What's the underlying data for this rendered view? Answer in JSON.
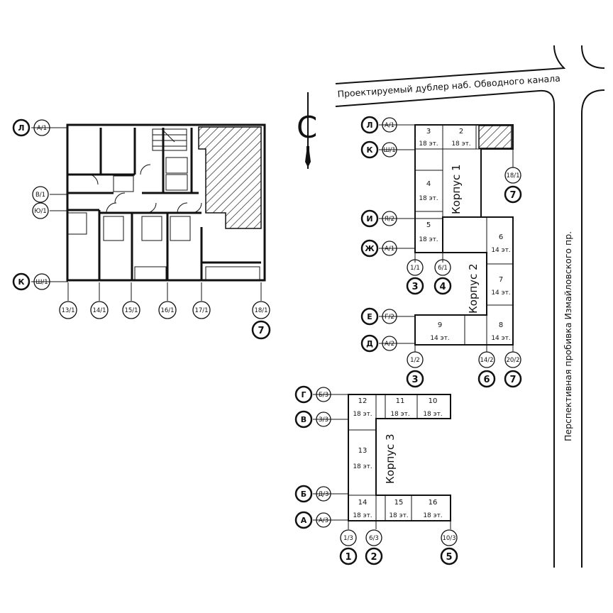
{
  "streets": {
    "top": "Проектируемый дублер наб. Обводного канала",
    "right": "Перспективная пробивка Измайловского пр."
  },
  "floor_plan": {
    "row_axes_left": [
      {
        "letter": "Л",
        "ref": "А/1"
      },
      {
        "letter": "",
        "ref": "В/1"
      },
      {
        "letter": "",
        "ref": "Ю/1"
      },
      {
        "letter": "К",
        "ref": "Ш/1"
      }
    ],
    "col_axes_bottom": [
      "13/1",
      "14/1",
      "15/1",
      "16/1",
      "17/1",
      "18/1"
    ],
    "col_axis_big": "7"
  },
  "buildings": [
    {
      "label": "Корпус 1",
      "sections": [
        {
          "num": "3",
          "floors": "18 эт."
        },
        {
          "num": "2",
          "floors": "18 эт."
        },
        {
          "num": "4",
          "floors": "18 эт."
        },
        {
          "num": "5",
          "floors": "18 эт."
        }
      ]
    },
    {
      "label": "Корпус 2",
      "sections": [
        {
          "num": "6",
          "floors": "14 эт."
        },
        {
          "num": "7",
          "floors": "14 эт."
        },
        {
          "num": "8",
          "floors": "14 эт."
        },
        {
          "num": "9",
          "floors": "14 эт."
        }
      ]
    },
    {
      "label": "Корпус 3",
      "sections": [
        {
          "num": "12",
          "floors": "18 эт."
        },
        {
          "num": "11",
          "floors": "18 эт."
        },
        {
          "num": "10",
          "floors": "18 эт."
        },
        {
          "num": "13",
          "floors": "18 эт."
        },
        {
          "num": "14",
          "floors": "18 эт."
        },
        {
          "num": "15",
          "floors": "18 эт."
        },
        {
          "num": "16",
          "floors": "18 эт."
        }
      ]
    }
  ],
  "row_axes_site": [
    {
      "letter": "Л",
      "ref": "А/1"
    },
    {
      "letter": "К",
      "ref": "Ш/1"
    },
    {
      "letter": "И",
      "ref": "Я/2"
    },
    {
      "letter": "Ж",
      "ref": "А/1"
    },
    {
      "letter": "Е",
      "ref": "Г/2"
    },
    {
      "letter": "Д",
      "ref": "А/2"
    },
    {
      "letter": "Г",
      "ref": "Б/3"
    },
    {
      "letter": "В",
      "ref": "З/3"
    },
    {
      "letter": "Б",
      "ref": "Д/3"
    },
    {
      "letter": "А",
      "ref": "А/3"
    }
  ],
  "col_axes_site": [
    {
      "ref": "18/1",
      "big": "7"
    },
    {
      "ref": "1/1",
      "big": "3"
    },
    {
      "ref": "6/1",
      "big": "4"
    },
    {
      "ref": "1/2",
      "big": "3"
    },
    {
      "ref": "14/2",
      "big": "6"
    },
    {
      "ref": "20/2",
      "big": "7"
    },
    {
      "ref": "1/3",
      "big": "1"
    },
    {
      "ref": "6/3",
      "big": "2"
    },
    {
      "ref": "10/3",
      "big": "5"
    }
  ],
  "compass": {
    "label": "С"
  },
  "colors": {
    "line": "#111111",
    "background": "#ffffff"
  }
}
